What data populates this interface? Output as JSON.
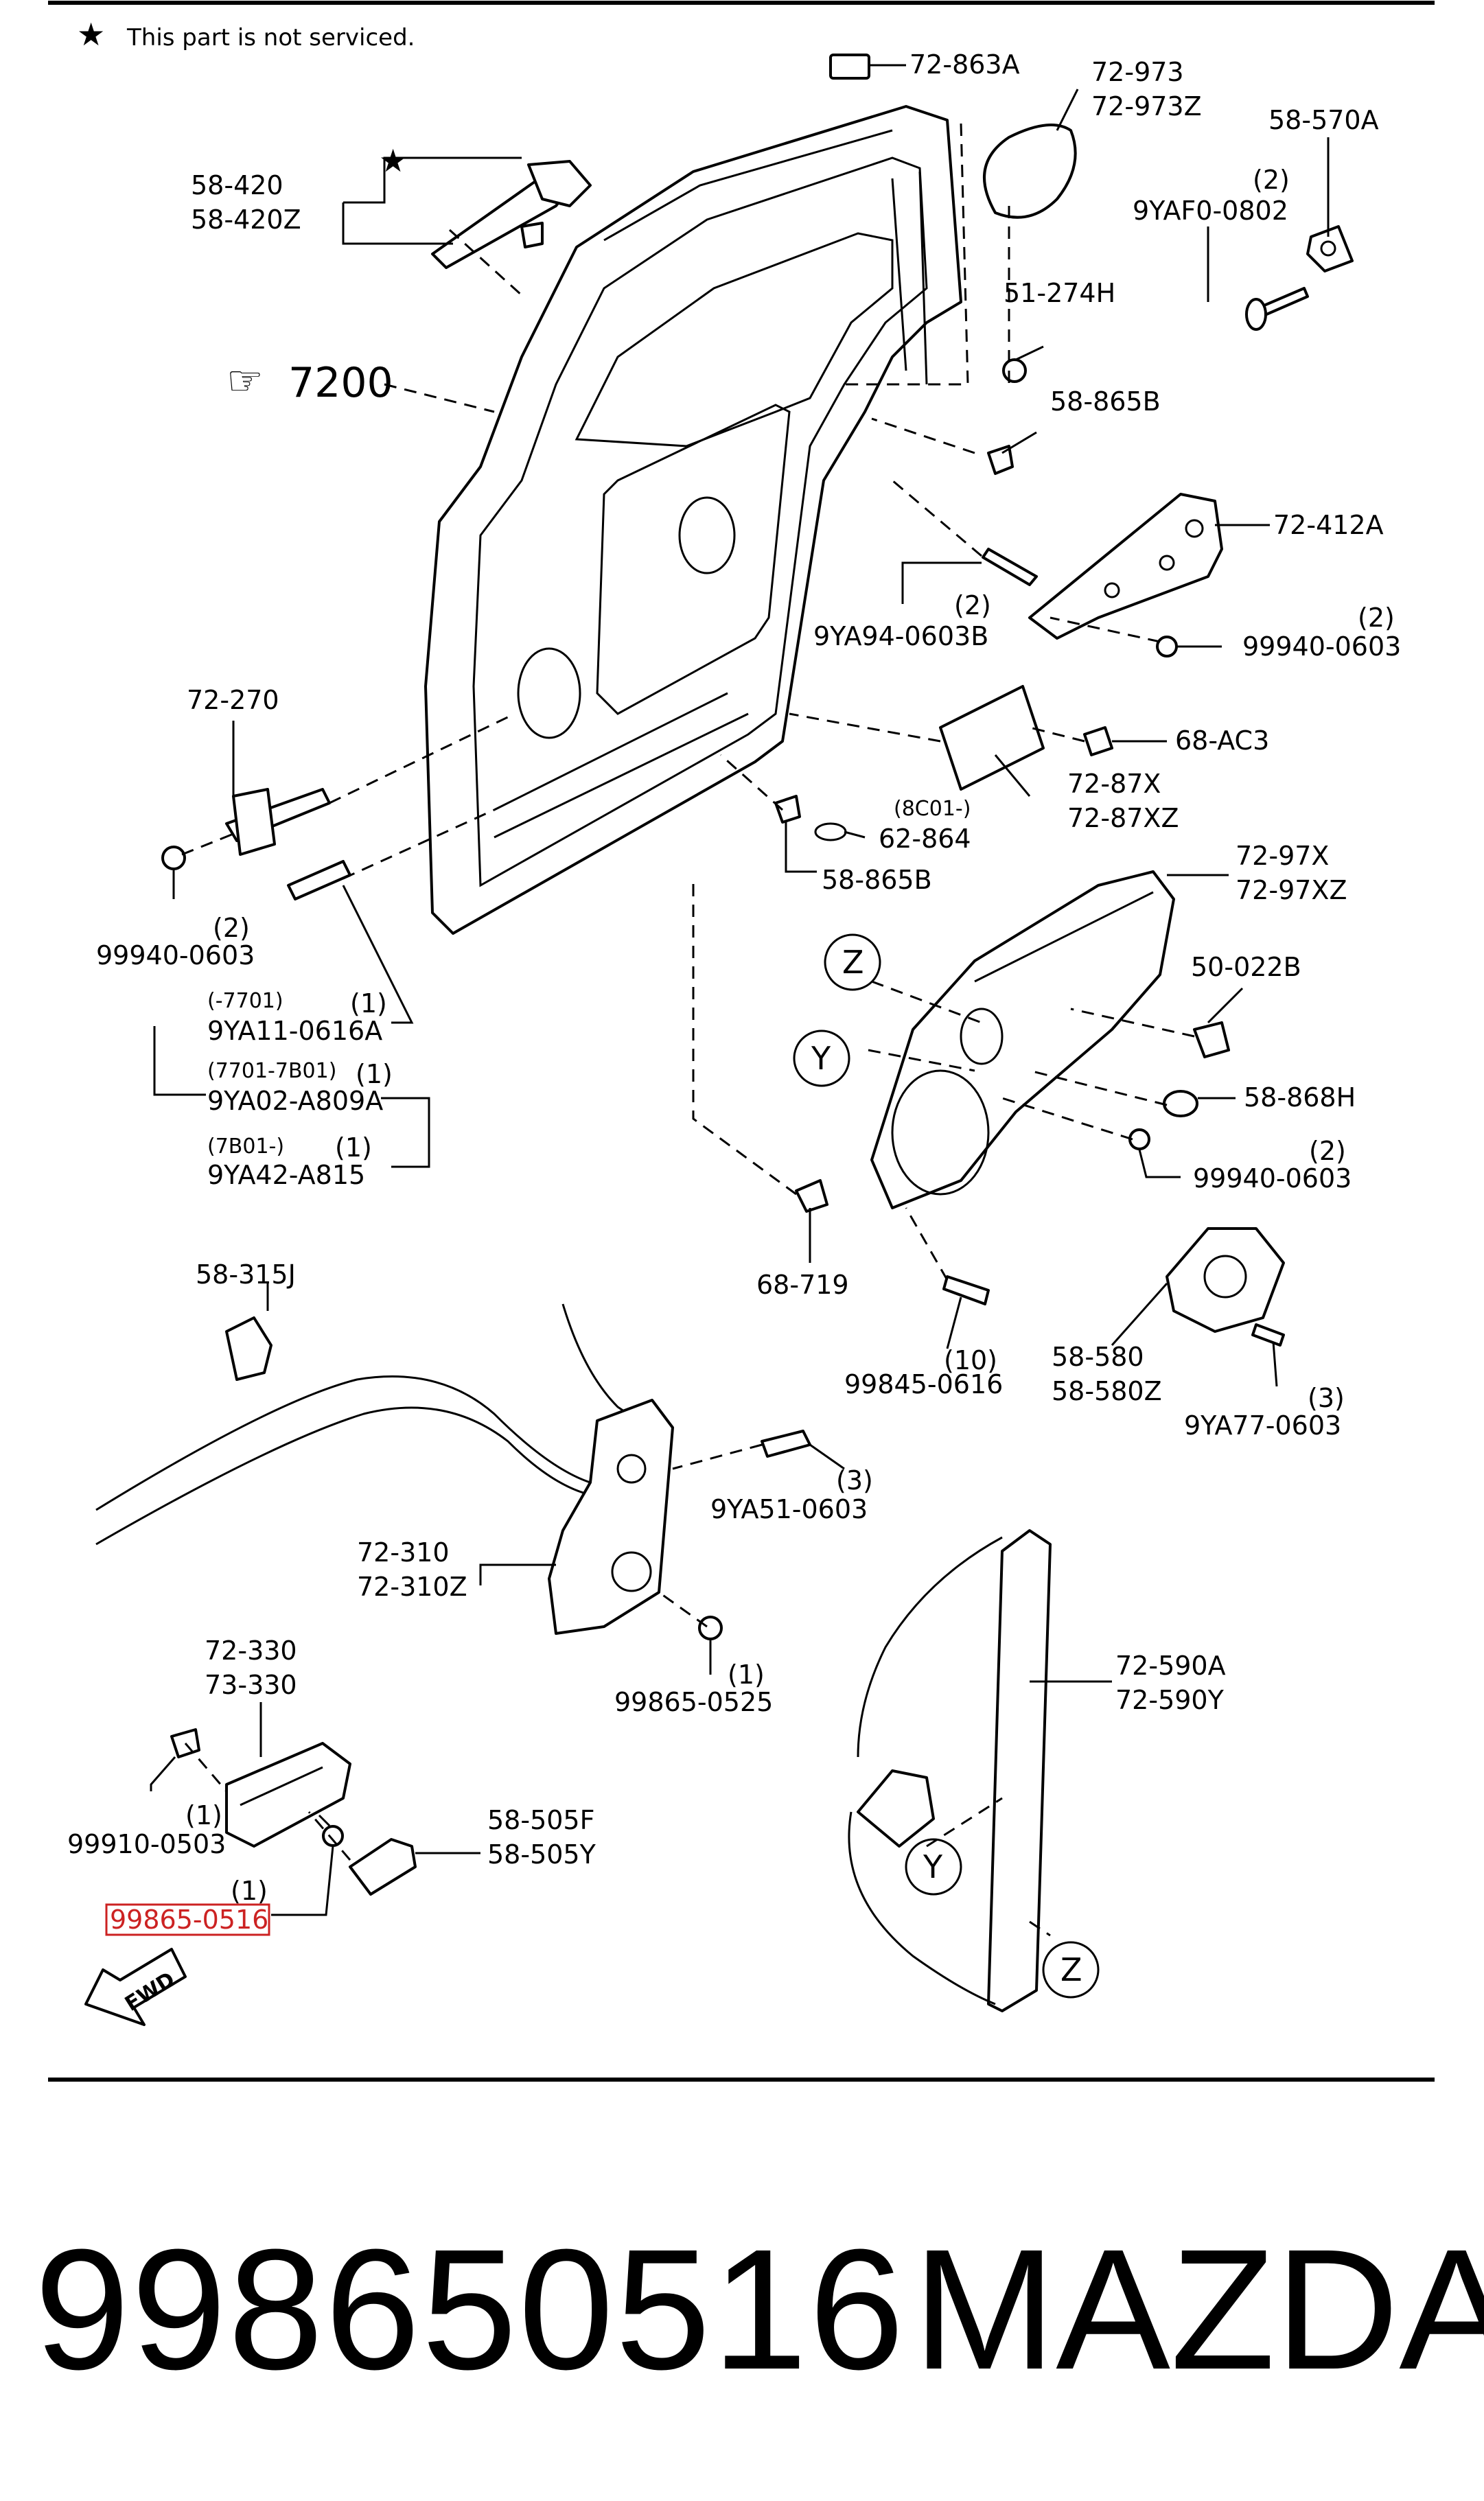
{
  "legend_note": "This part is not serviced.",
  "labels": {
    "p72_863A": "72-863A",
    "p72_973": "72-973",
    "p72_973Z": "72-973Z",
    "p58_570A": "58-570A",
    "p58_420": "58-420",
    "p58_420Z": "58-420Z",
    "q_9YAF0": "(2)",
    "p9YAF0": "9YAF0-0802",
    "p51_274H": "51-274H",
    "ref7200": "7200",
    "p58_865B_a": "58-865B",
    "p72_412A": "72-412A",
    "q_9YA94": "(2)",
    "p9YA94": "9YA94-0603B",
    "q_99940_a": "(2)",
    "p99940_a": "99940-0603",
    "p68_AC3": "68-AC3",
    "p72_270": "72-270",
    "p72_87X": "72-87X",
    "p72_87XZ": "72-87XZ",
    "r_8C01": "(8C01-)",
    "p62_864": "62-864",
    "p58_865B_b": "58-865B",
    "q_99940_b": "(2)",
    "p99940_b": "99940-0603",
    "p72_97X": "72-97X",
    "p72_97XZ": "72-97XZ",
    "r_7701": "(-7701)",
    "q_9YA11": "(1)",
    "p9YA11": "9YA11-0616A",
    "r_7701_7B01": "(7701-7B01)",
    "q_9YA02": "(1)",
    "p9YA02": "9YA02-A809A",
    "r_7B01": "(7B01-)",
    "q_9YA42": "(1)",
    "p9YA42": "9YA42-A815",
    "p50_022B": "50-022B",
    "p58_868H": "58-868H",
    "q_99940_c": "(2)",
    "p99940_c": "99940-0603",
    "p68_719": "68-719",
    "p58_315J": "58-315J",
    "q_99845": "(10)",
    "p99845": "99845-0616",
    "p58_580": "58-580",
    "p58_580Z": "58-580Z",
    "q_9YA77": "(3)",
    "p9YA77": "9YA77-0603",
    "q_9YA51": "(3)",
    "p9YA51": "9YA51-0603",
    "p72_310": "72-310",
    "p72_310Z": "72-310Z",
    "q_99865_0525": "(1)",
    "p99865_0525": "99865-0525",
    "p72_330": "72-330",
    "p73_330": "73-330",
    "p72_590A": "72-590A",
    "p72_590Y": "72-590Y",
    "q_99910": "(1)",
    "p99910": "99910-0503",
    "p58_505F": "58-505F",
    "p58_505Y": "58-505Y",
    "q_99865_0516": "(1)",
    "p99865_0516": "99865-0516",
    "mark_z1": "Z",
    "mark_y1": "Y",
    "mark_y2": "Y",
    "mark_z2": "Z",
    "fwd": "FWD"
  },
  "highlight_color": "#cc2222",
  "footer": {
    "part_number": "998650516",
    "brand": "MAZDA"
  }
}
